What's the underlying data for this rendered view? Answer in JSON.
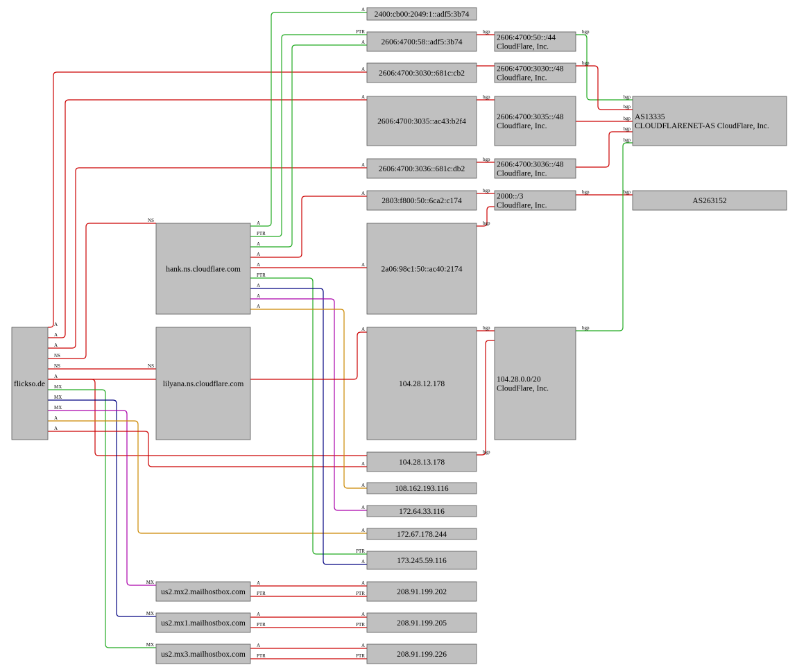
{
  "colors": {
    "red": "#cc0000",
    "green": "#22aa22",
    "blue": "#000080",
    "magenta": "#aa00aa",
    "orange": "#cc8800",
    "node_fill": "#c0c0c0"
  },
  "nodes": {
    "flickso": [
      "flickso.de"
    ],
    "hank": [
      "hank.ns.cloudflare.com"
    ],
    "lilyana": [
      "lilyana.ns.cloudflare.com"
    ],
    "mx2": [
      "us2.mx2.mailhostbox.com"
    ],
    "mx1": [
      "us2.mx1.mailhostbox.com"
    ],
    "mx3": [
      "us2.mx3.mailhostbox.com"
    ],
    "ip_2400": [
      "2400:cb00:2049:1::adf5:3b74"
    ],
    "ip_2606_58": [
      "2606:4700:58::adf5:3b74"
    ],
    "ip_2606_3030": [
      "2606:4700:3030::681c:cb2"
    ],
    "ip_2606_3035": [
      "2606:4700:3035::ac43:b2f4"
    ],
    "ip_2606_3036": [
      "2606:4700:3036::681c:db2"
    ],
    "ip_2803": [
      "2803:f800:50::6ca2:c174"
    ],
    "ip_2a06": [
      "2a06:98c1:50::ac40:2174"
    ],
    "ip_104_12": [
      "104.28.12.178"
    ],
    "ip_104_13": [
      "104.28.13.178"
    ],
    "ip_108": [
      "108.162.193.116"
    ],
    "ip_172_64": [
      "172.64.33.116"
    ],
    "ip_172_67": [
      "172.67.178.244"
    ],
    "ip_173": [
      "173.245.59.116"
    ],
    "ip_202": [
      "208.91.199.202"
    ],
    "ip_205": [
      "208.91.199.205"
    ],
    "ip_226": [
      "208.91.199.226"
    ],
    "pfx_2606_50": [
      "2606:4700:50::/44",
      "CloudFlare, Inc."
    ],
    "pfx_2606_3030": [
      "2606:4700:3030::/48",
      "Cloudflare, Inc."
    ],
    "pfx_2606_3035": [
      "2606:4700:3035::/48",
      "Cloudflare, Inc."
    ],
    "pfx_2606_3036": [
      "2606:4700:3036::/48",
      "Cloudflare, Inc."
    ],
    "pfx_2000": [
      "2000::/3",
      "Cloudflare, Inc."
    ],
    "pfx_104": [
      "104.28.0.0/20",
      "CloudFlare, Inc."
    ],
    "as13335": [
      "AS13335",
      "CLOUDFLARENET-AS CloudFlare, Inc."
    ],
    "as263152": [
      "AS263152"
    ]
  },
  "edge_labels": {
    "a": "A",
    "ns": "NS",
    "mx": "MX",
    "ptr": "PTR",
    "bgp": "bgp"
  }
}
